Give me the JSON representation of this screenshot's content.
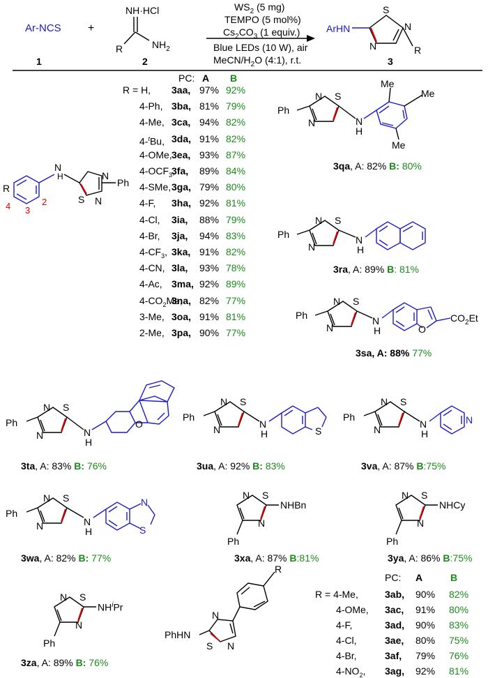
{
  "scheme": {
    "reactant1_label": "Ar-NCS",
    "reactant1_num": "1",
    "plus": "+",
    "reactant2_num": "2",
    "r2_iminium": "NH·HCl",
    "r2_R": "R",
    "r2_nh2": "NH",
    "r2_nh2_sub": "2",
    "cond_1": "WS",
    "cond_1_sub": "2",
    "cond_1_tail": " (5 mg)",
    "cond_2": "TEMPO (5 mol%)",
    "cond_3": "Cs",
    "cond_3_sub": "2",
    "cond_3_mid": "CO",
    "cond_3_sub2": "3",
    "cond_3_tail": " (1 equiv.)",
    "cond_4": "Blue LEDs (10 W), air",
    "cond_5": "MeCN/H",
    "cond_5_sub": "2",
    "cond_5_tail": "O (4:1), r.t.",
    "product_arhn": "ArHN",
    "product_R": "R",
    "product_num": "3",
    "product_S": "S",
    "product_N1": "N",
    "product_N2": "N"
  },
  "table1": {
    "pc_label": "PC:",
    "col_a": "A",
    "col_b": "B",
    "rows": [
      {
        "r": "R = H,",
        "id": "3aa",
        "a": "97%",
        "b": "92%"
      },
      {
        "r": "4-Ph,",
        "id": "3ba",
        "a": "81%",
        "b": "79%"
      },
      {
        "r": "4-Me,",
        "id": "3ca",
        "a": "94%",
        "b": "82%"
      },
      {
        "r": "4-tBu,",
        "id": "3da",
        "a": "91%",
        "b": "82%"
      },
      {
        "r": "4-OMe,",
        "id": "3ea",
        "a": "93%",
        "b": "87%"
      },
      {
        "r": "4-OCF3,",
        "id": "3fa",
        "a": "89%",
        "b": "84%"
      },
      {
        "r": "4-SMe,",
        "id": "3ga",
        "a": "79%",
        "b": "80%"
      },
      {
        "r": "4-F,",
        "id": "3ha",
        "a": "92%",
        "b": "81%"
      },
      {
        "r": "4-Cl,",
        "id": "3ia",
        "a": "88%",
        "b": "79%"
      },
      {
        "r": "4-Br,",
        "id": "3ja",
        "a": "94%",
        "b": "83%"
      },
      {
        "r": "4-CF3,",
        "id": "3ka",
        "a": "91%",
        "b": "82%"
      },
      {
        "r": "4-CN,",
        "id": "3la",
        "a": "93%",
        "b": "78%"
      },
      {
        "r": "4-Ac,",
        "id": "3ma",
        "a": "92%",
        "b": "89%"
      },
      {
        "r": "4-CO2Me,",
        "id": "3na",
        "a": "82%",
        "b": "77%"
      },
      {
        "r": "3-Me,",
        "id": "3oa",
        "a": "91%",
        "b": "81%"
      },
      {
        "r": "2-Me,",
        "id": "3pa",
        "a": "90%",
        "b": "77%"
      }
    ]
  },
  "table2": {
    "pc_label": "PC:",
    "col_a": "A",
    "col_b": "B",
    "rows": [
      {
        "r": "R = 4-Me,",
        "id": "3ab",
        "a": "90%",
        "b": "82%"
      },
      {
        "r": "4-OMe,",
        "id": "3ac",
        "a": "91%",
        "b": "80%"
      },
      {
        "r": "4-F,",
        "id": "3ad",
        "a": "90%",
        "b": "83%"
      },
      {
        "r": "4-Cl,",
        "id": "3ae",
        "a": "80%",
        "b": "75%"
      },
      {
        "r": "4-Br,",
        "id": "3af",
        "a": "79%",
        "b": "76%"
      },
      {
        "r": "4-NO2,",
        "id": "3ag",
        "a": "92%",
        "b": "81%"
      }
    ]
  },
  "compounds": {
    "c3qa": {
      "id": "3qa",
      "a": ", A: 82%",
      "b_label": "B:",
      "b": " 80%"
    },
    "c3ra": {
      "id": "3ra",
      "a": ", A: 89%",
      "b_label": "B",
      "b": ": 81%"
    },
    "c3sa": {
      "id": "3sa",
      "a": ", A: 88%",
      "b": " 77%"
    },
    "c3ta": {
      "id": "3ta",
      "a": ", A: 83%",
      "b_label": "B:",
      "b": " 76%"
    },
    "c3ua": {
      "id": "3ua",
      "a": ", A: 92%",
      "b_label": "B:",
      "b": " 83%"
    },
    "c3va": {
      "id": "3va",
      "a": ", A: 87%",
      "b_label": "B",
      "b": ":75%"
    },
    "c3wa": {
      "id": "3wa",
      "a": ", A: 82%",
      "b_label": "B:",
      "b": " 77%"
    },
    "c3xa": {
      "id": "3xa",
      "a": ", A: 87%",
      "b_label": "B",
      "b": ":81%"
    },
    "c3ya": {
      "id": "3ya",
      "a": ", A: 86%",
      "b_label": "B",
      "b": ":75%"
    },
    "c3za": {
      "id": "3za",
      "a": ", A: 89%",
      "b_label": "B:",
      "b": " 76%"
    }
  },
  "atoms": {
    "ph": "Ph",
    "n": "N",
    "s": "S",
    "h": "H",
    "o": "O",
    "me": "Me",
    "nhbn": "NHBn",
    "nhcy": "NHCy",
    "nh": "NH",
    "ipr_sup": "i",
    "pr": "Pr",
    "co2et": "CO",
    "co2et_sub": "2",
    "co2et_tail": "Et",
    "phhn": "PhHN",
    "r": "R",
    "num2": "2",
    "num3": "3",
    "num4": "4"
  }
}
